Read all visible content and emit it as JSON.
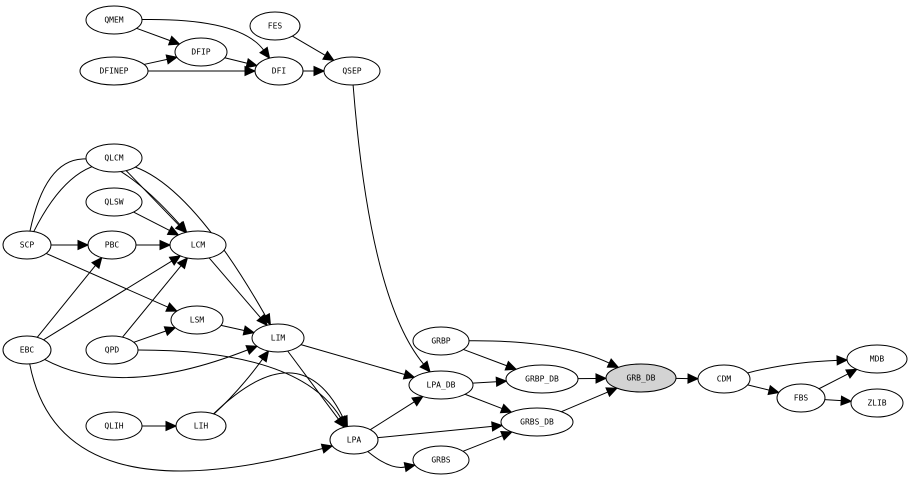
{
  "nodes": [
    {
      "id": "QMEM",
      "label": "QMEM"
    },
    {
      "id": "FES",
      "label": "FES"
    },
    {
      "id": "DFIP",
      "label": "DFIP"
    },
    {
      "id": "DFINEP",
      "label": "DFINEP"
    },
    {
      "id": "DFI",
      "label": "DFI"
    },
    {
      "id": "QSEP",
      "label": "QSEP"
    },
    {
      "id": "QLCM",
      "label": "QLCM"
    },
    {
      "id": "QLSW",
      "label": "QLSW"
    },
    {
      "id": "SCP",
      "label": "SCP"
    },
    {
      "id": "PBC",
      "label": "PBC"
    },
    {
      "id": "LCM",
      "label": "LCM"
    },
    {
      "id": "LSM",
      "label": "LSM"
    },
    {
      "id": "EBC",
      "label": "EBC"
    },
    {
      "id": "QPD",
      "label": "QPD"
    },
    {
      "id": "LIM",
      "label": "LIM"
    },
    {
      "id": "GRBP",
      "label": "GRBP"
    },
    {
      "id": "LPA_DB",
      "label": "LPA_DB"
    },
    {
      "id": "GRBP_DB",
      "label": "GRBP_DB"
    },
    {
      "id": "GRB_DB",
      "label": "GRB_DB",
      "fill": "#d3d3d3"
    },
    {
      "id": "CDM",
      "label": "CDM"
    },
    {
      "id": "MDB",
      "label": "MDB"
    },
    {
      "id": "FBS",
      "label": "FBS"
    },
    {
      "id": "ZLIB",
      "label": "ZLIB"
    },
    {
      "id": "QLIH",
      "label": "QLIH"
    },
    {
      "id": "LIH",
      "label": "LIH"
    },
    {
      "id": "LPA",
      "label": "LPA"
    },
    {
      "id": "GRBS_DB",
      "label": "GRBS_DB"
    },
    {
      "id": "GRBS",
      "label": "GRBS"
    }
  ],
  "edges": [
    [
      "QMEM",
      "DFIP"
    ],
    [
      "QMEM",
      "DFI"
    ],
    [
      "DFIP",
      "DFI"
    ],
    [
      "DFINEP",
      "DFIP"
    ],
    [
      "DFINEP",
      "DFI"
    ],
    [
      "FES",
      "QSEP"
    ],
    [
      "DFI",
      "QSEP"
    ],
    [
      "QSEP",
      "LPA_DB"
    ],
    [
      "QLCM",
      "LCM"
    ],
    [
      "QLSW",
      "LCM"
    ],
    [
      "SCP",
      "PBC"
    ],
    [
      "PBC",
      "LCM"
    ],
    [
      "SCP",
      "LCM"
    ],
    [
      "SCP",
      "LIM"
    ],
    [
      "SCP",
      "LSM"
    ],
    [
      "LCM",
      "LIM"
    ],
    [
      "LSM",
      "LIM"
    ],
    [
      "EBC",
      "PBC"
    ],
    [
      "EBC",
      "LCM"
    ],
    [
      "EBC",
      "LIM"
    ],
    [
      "EBC",
      "LPA"
    ],
    [
      "QPD",
      "LCM"
    ],
    [
      "QPD",
      "LSM"
    ],
    [
      "QPD",
      "LPA"
    ],
    [
      "QLIH",
      "LIH"
    ],
    [
      "LIH",
      "LIM"
    ],
    [
      "LIH",
      "LPA"
    ],
    [
      "LIM",
      "LPA_DB"
    ],
    [
      "LIM",
      "LPA"
    ],
    [
      "LPA",
      "LPA_DB"
    ],
    [
      "LPA",
      "GRBS_DB"
    ],
    [
      "LPA",
      "GRBS"
    ],
    [
      "GRBP",
      "GRBP_DB"
    ],
    [
      "GRBP",
      "GRB_DB"
    ],
    [
      "LPA_DB",
      "GRBP_DB"
    ],
    [
      "LPA_DB",
      "GRBS_DB"
    ],
    [
      "GRBS",
      "GRBS_DB"
    ],
    [
      "GRBP_DB",
      "GRB_DB"
    ],
    [
      "GRBS_DB",
      "GRB_DB"
    ],
    [
      "GRB_DB",
      "CDM"
    ],
    [
      "CDM",
      "MDB"
    ],
    [
      "CDM",
      "FBS"
    ],
    [
      "FBS",
      "MDB"
    ],
    [
      "FBS",
      "ZLIB"
    ]
  ]
}
